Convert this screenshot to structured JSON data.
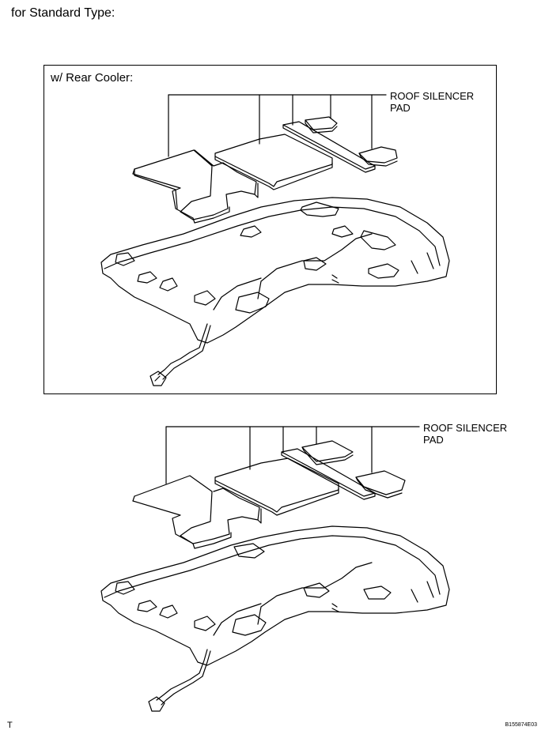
{
  "heading": "for Standard Type:",
  "panel": {
    "title": "w/ Rear Cooler:"
  },
  "callouts": {
    "top": {
      "line1": "ROOF SILENCER",
      "line2": "PAD"
    },
    "bottom": {
      "line1": "ROOF SILENCER",
      "line2": "PAD"
    }
  },
  "footer": {
    "left": "T",
    "right": "B155874E03"
  }
}
